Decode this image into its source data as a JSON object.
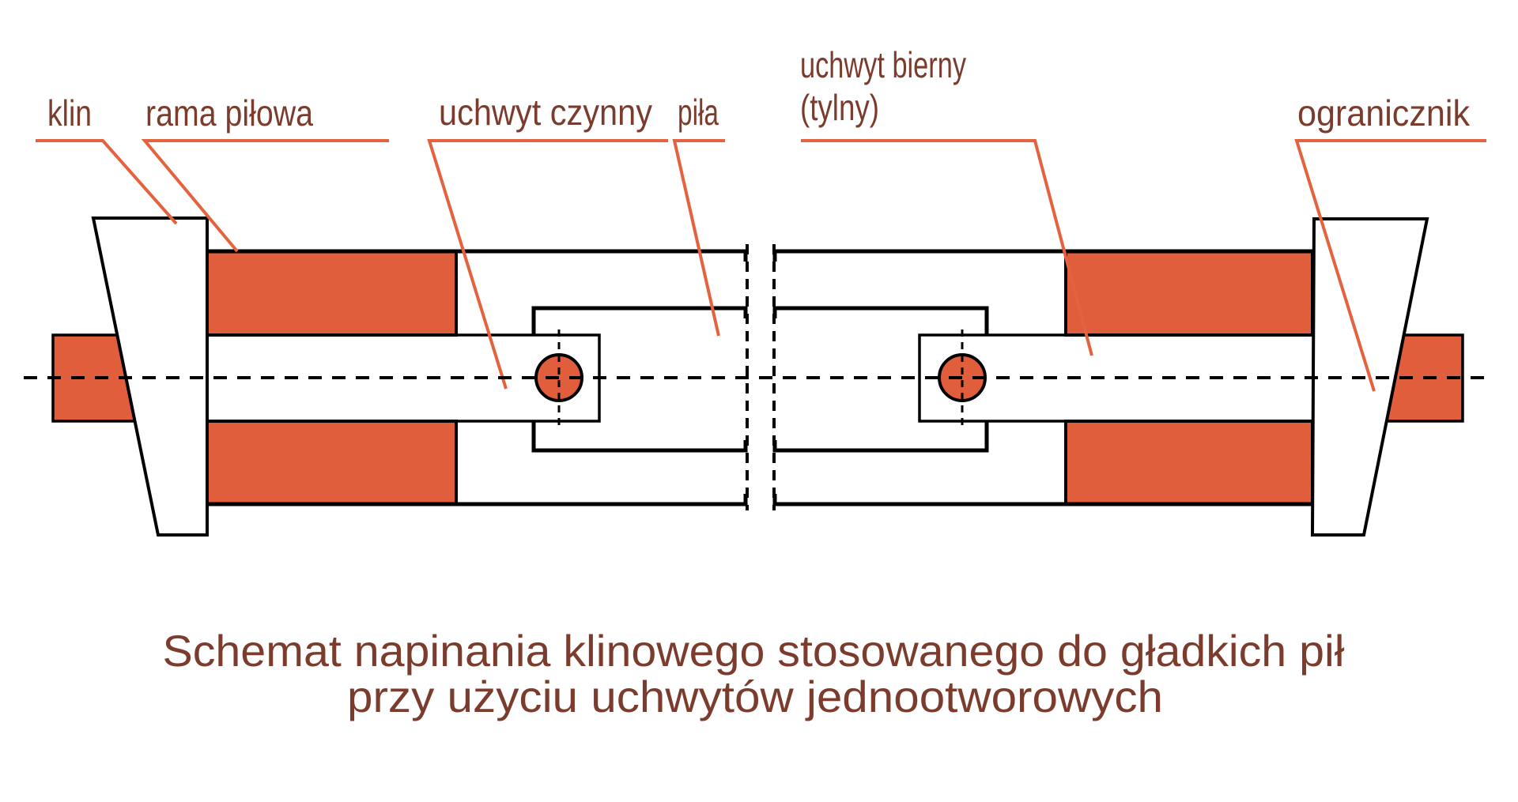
{
  "title": {
    "line1": "Schemat napinania klinowego stosowanego do gładkich pił",
    "line2": "przy użyciu uchwytów jednootworowych",
    "full": "Schemat napinania klinowego stosowanego do gładkich pił przy użyciu uchwytów jednootworowych"
  },
  "labels": {
    "klin": "klin",
    "rama_pilowa": "rama piłowa",
    "uchwyt_czynny": "uchwyt czynny",
    "pila": "piła",
    "uchwyt_bierny_line1": "uchwyt bierny",
    "uchwyt_bierny_line2": "(tylny)",
    "ogranicznik": "ogranicznik"
  },
  "colors": {
    "orange": "#E05E3B",
    "leader": "#E4633E",
    "text": "#7B3C2D",
    "line": "#000000",
    "background": "#FFFFFF"
  }
}
